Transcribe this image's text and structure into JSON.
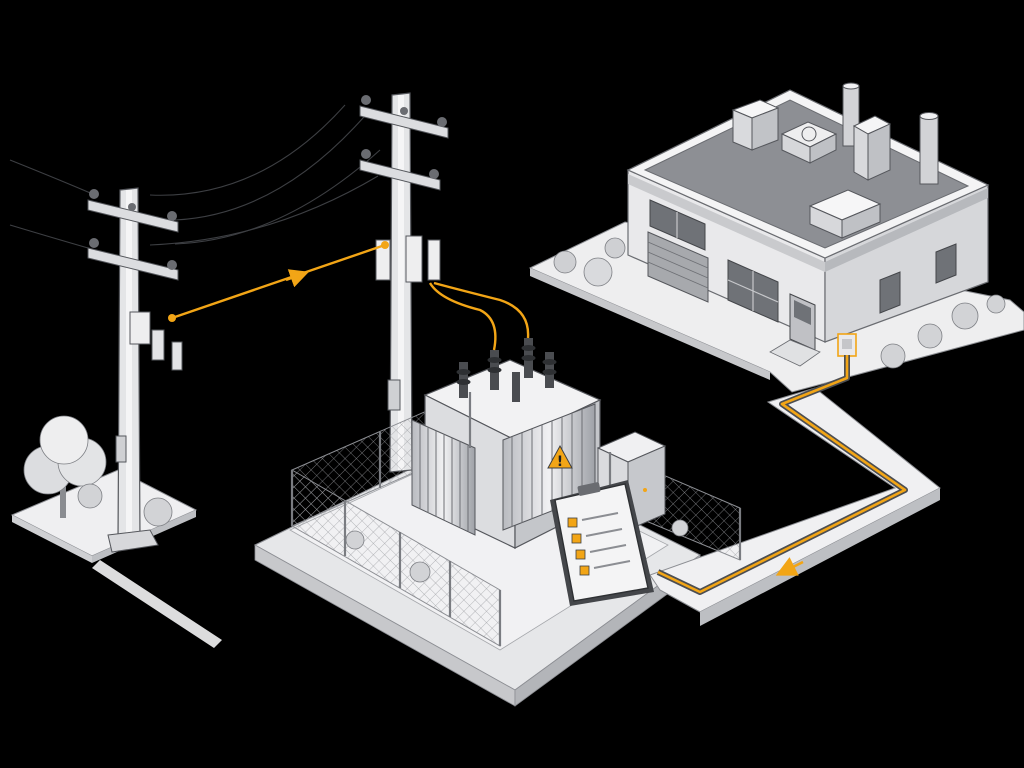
{
  "scene": {
    "background": "#000000",
    "accent_color": "#f2a516",
    "surface_color": "#ededee",
    "line_color": "#5a5c61",
    "roof_color": "#8d8f94"
  },
  "warning_symbol": "!",
  "elements": {
    "poles": [
      "utility-pole-left",
      "utility-pole-right"
    ],
    "transformer": "pad-mounted-transformer",
    "building": "service-building",
    "checklist_items": 4
  },
  "icons": [
    "warning-icon",
    "checkbox-icon",
    "flow-arrow-icon",
    "tree-icon",
    "shrub-icon"
  ]
}
